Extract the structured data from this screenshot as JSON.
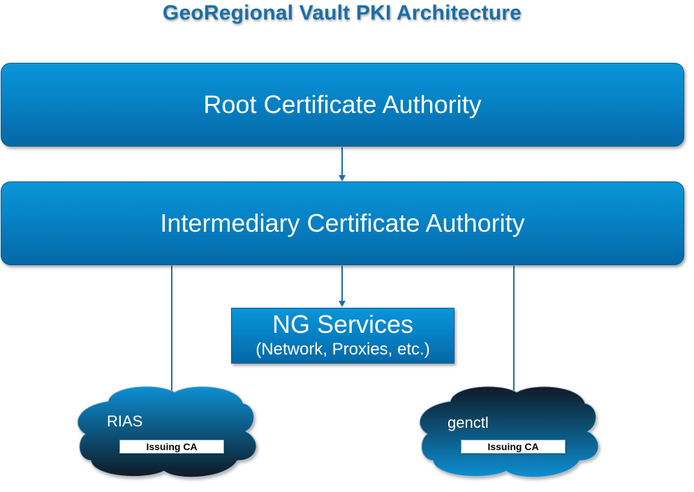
{
  "title": "GeoRegional Vault PKI Architecture",
  "root_ca": {
    "label": "Root Certificate Authority"
  },
  "intermediary_ca": {
    "label": "Intermediary Certificate Authority"
  },
  "ng_services": {
    "title": "NG Services",
    "subtitle": "(Network, Proxies, etc.)"
  },
  "clouds": [
    {
      "label": "RIAS",
      "badge": "Issuing CA"
    },
    {
      "label": "genctl",
      "badge": "Issuing CA"
    }
  ],
  "colors": {
    "title": "#1a6fa6",
    "box_top": "#0a95d8",
    "box_bottom": "#0568a5",
    "connector": "#1f6ea8",
    "cloud_dark": "#121a26",
    "cloud_blue": "#0a8fd2"
  }
}
